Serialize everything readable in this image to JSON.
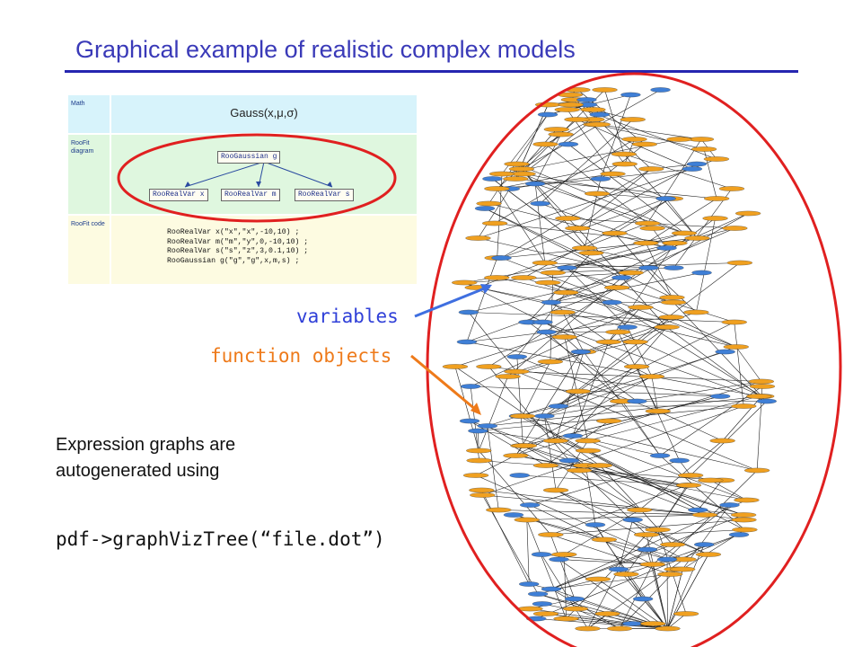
{
  "title": "Graphical example of realistic complex models",
  "inset": {
    "rows": [
      {
        "label": "Math"
      },
      {
        "label": "RooFit diagram"
      },
      {
        "label": "RooFit code"
      }
    ],
    "math": "Gauss(x,μ,σ)",
    "diagram": {
      "root": "RooGaussian g",
      "children": [
        "RooRealVar x",
        "RooRealVar m",
        "RooRealVar s"
      ]
    },
    "code_lines": [
      "RooRealVar x(\"x\",\"x\",-10,10) ;",
      "RooRealVar m(\"m\",\"y\",0,-10,10) ;",
      "RooRealVar s(\"s\",\"z\",3,0.1,10) ;",
      "RooGaussian g(\"g\",\"g\",x,m,s) ;"
    ]
  },
  "labels": {
    "variables": "variables",
    "function_objects": "function objects"
  },
  "note": {
    "line1": "Expression graphs are",
    "line2": "autogenerated using",
    "command": "pdf->graphVizTree(“file.dot”)"
  },
  "colors": {
    "title": "#3a3ab8",
    "rule": "#2626b0",
    "ellipse": "#e02020",
    "variable_node": "#3f7fd6",
    "function_node": "#f0a020",
    "variables_label": "#3040d8",
    "function_label": "#ee7a1a"
  }
}
